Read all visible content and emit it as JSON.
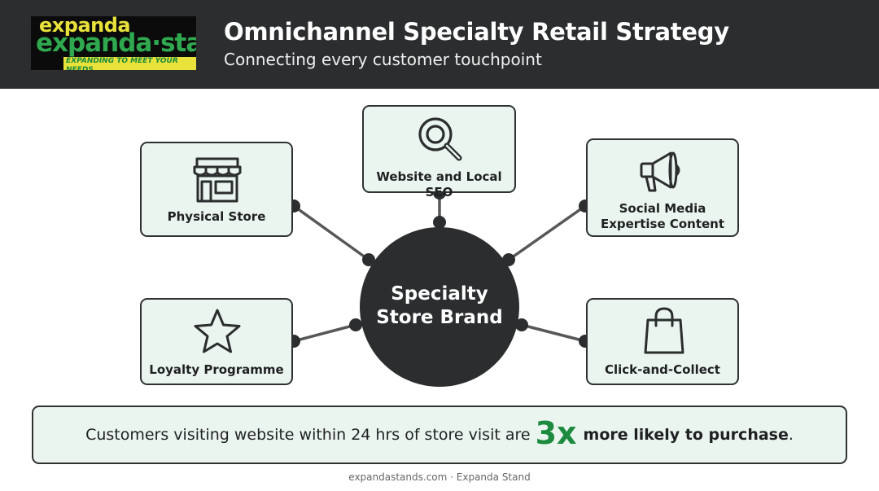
{
  "header": {
    "logo": {
      "line1": "expanda",
      "line2": "expanda·stand",
      "tagline": "EXPANDING TO MEET YOUR NEEDS"
    },
    "title": "Omnichannel Specialty Retail Strategy",
    "subtitle": "Connecting every customer touchpoint"
  },
  "diagram": {
    "hub": {
      "label": "Specialty\nStore Brand"
    },
    "nodes": [
      {
        "label": "Physical Store",
        "icon": "storefront-icon"
      },
      {
        "label": "Website and Local SEO",
        "icon": "search-icon"
      },
      {
        "label": "Social Media Expertise Content",
        "icon": "megaphone-icon"
      },
      {
        "label": "Loyalty Programme",
        "icon": "star-icon"
      },
      {
        "label": "Click-and-Collect",
        "icon": "shopping-bag-icon"
      }
    ]
  },
  "banner": {
    "pre": "Customers visiting website within 24 hrs of store visit are",
    "highlight": "3x",
    "post": "more likely to purchase",
    "end": "."
  },
  "footer": {
    "text": "expandastands.com · Expanda Stand"
  },
  "colors": {
    "header_bg": "#2b2d2f",
    "node_fill": "#ebf5ef",
    "accent_green": "#1c8b3f",
    "logo_yellow": "#e9e23a"
  }
}
